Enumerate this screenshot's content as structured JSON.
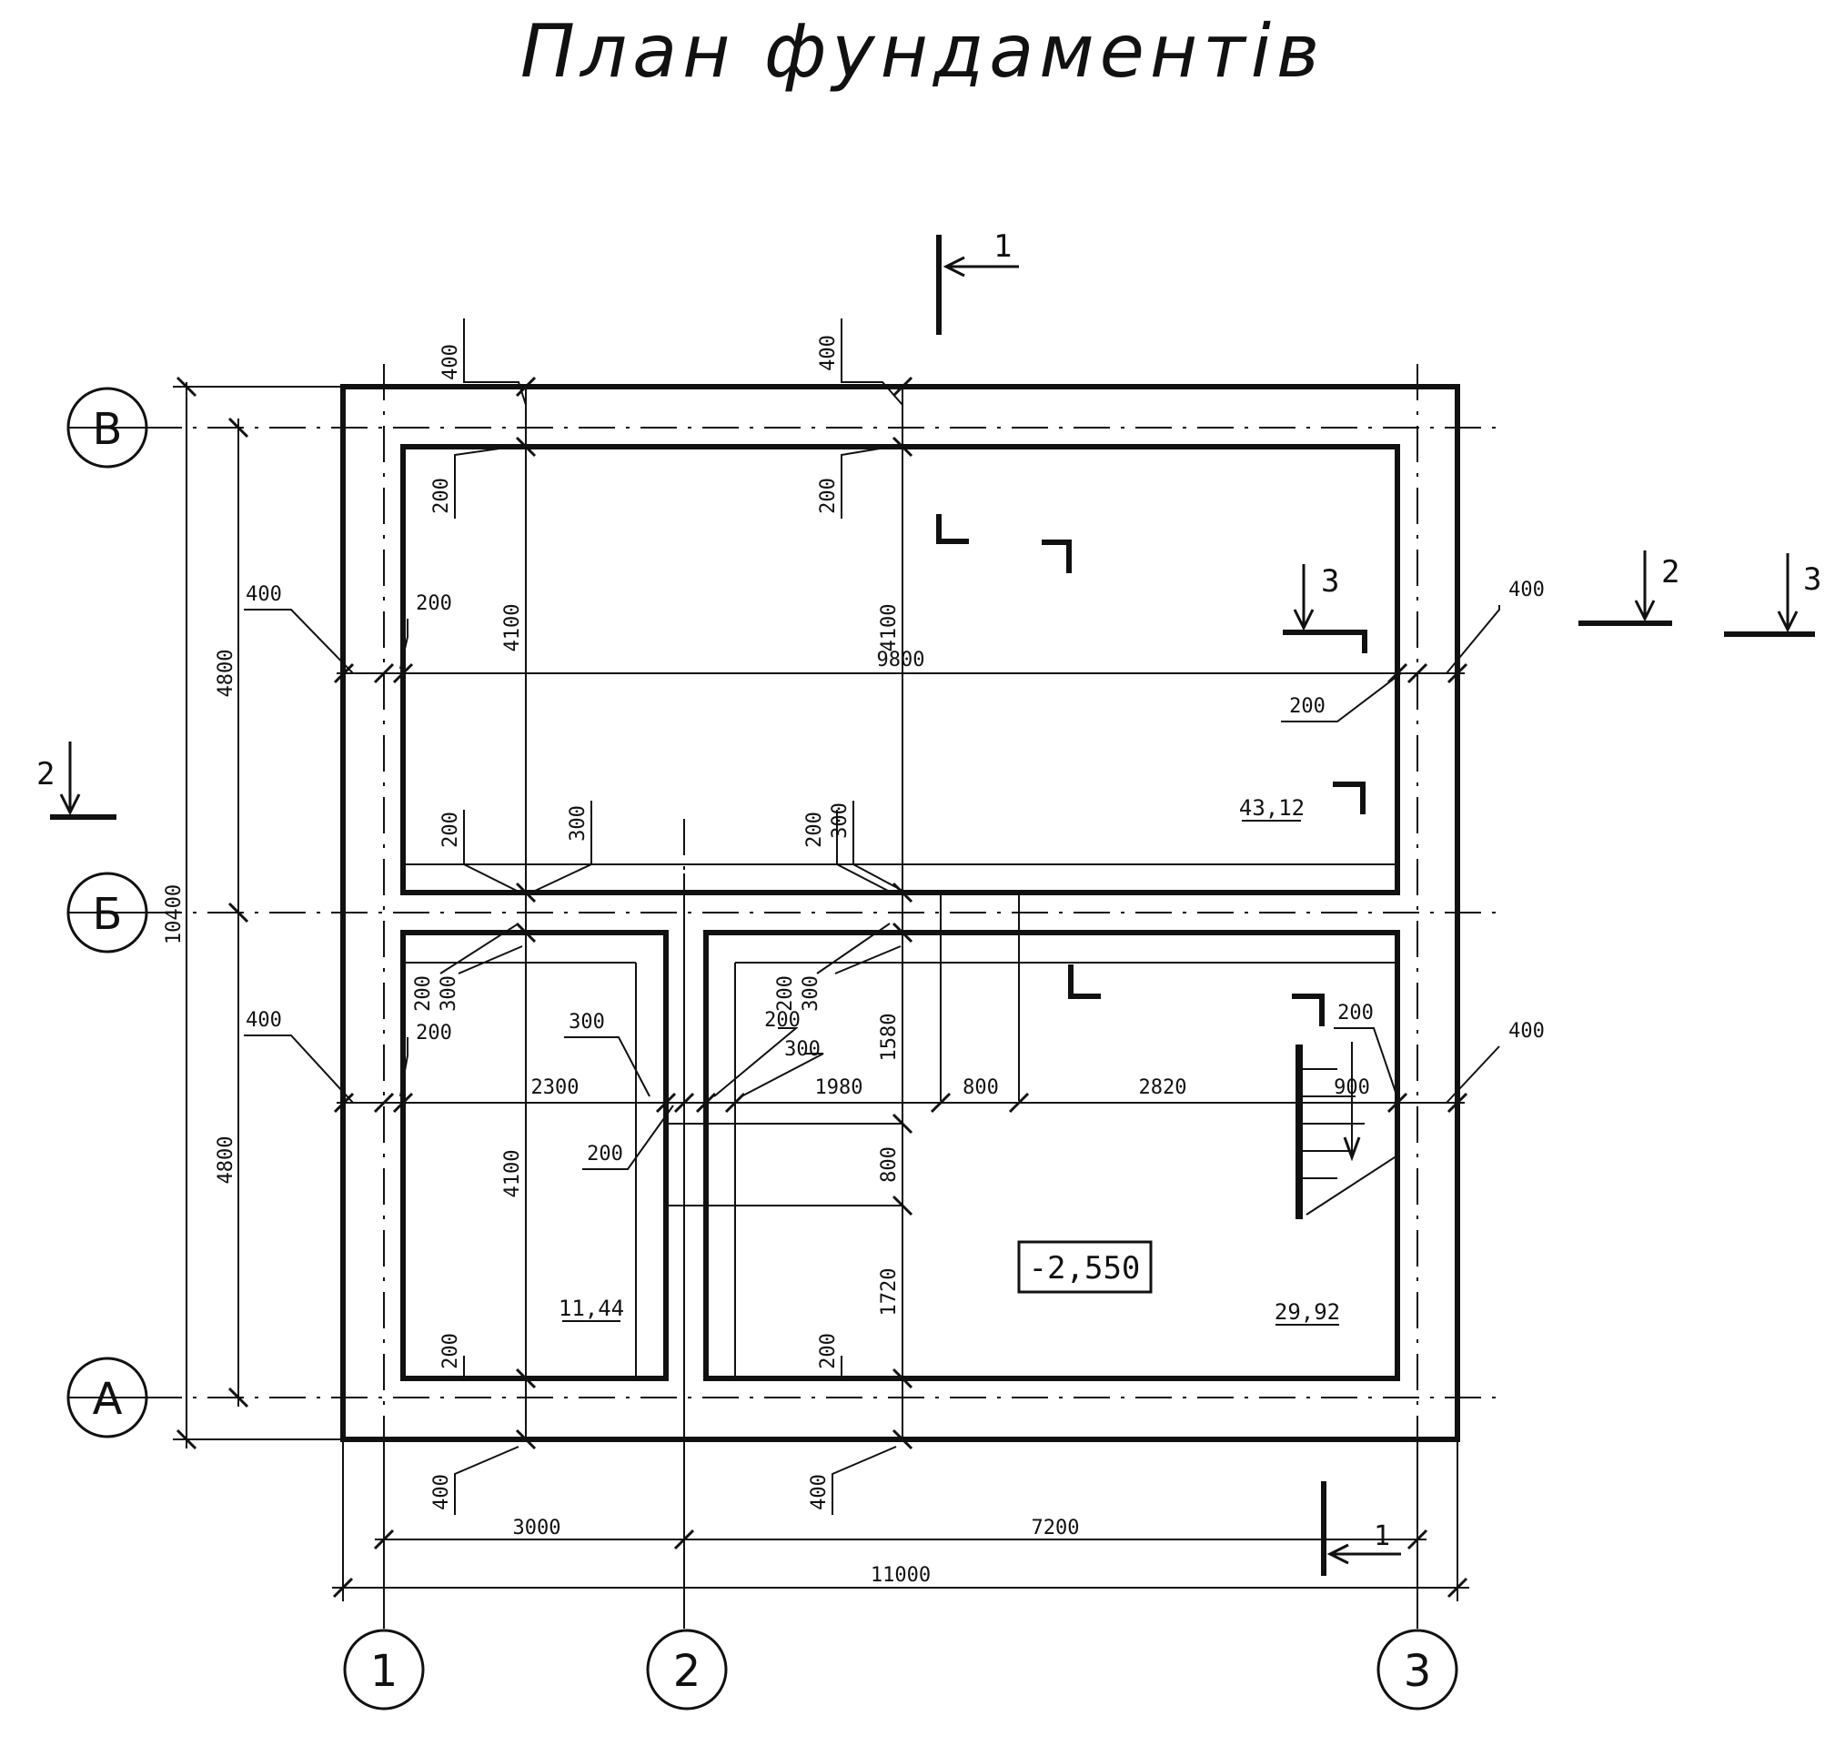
{
  "title": "План фундаментів",
  "axes": {
    "rows": [
      "В",
      "Б",
      "А"
    ],
    "cols": [
      "1",
      "2",
      "3"
    ]
  },
  "dims": {
    "overall_vertical": "10400",
    "row_top_span": "4800",
    "row_bottom_span": "4800",
    "overall_horizontal": "11000",
    "col_1_2": "3000",
    "col_2_3": "7200",
    "top_inner_length": "9800",
    "room_left_width": "2300",
    "room_right_a": "1980",
    "room_right_b": "800",
    "room_right_c": "2820",
    "stair_width": "900",
    "top_room_depth_left": "4100",
    "top_room_depth_right": "4100",
    "bottom_left_depth": "4100",
    "bottom_right_a": "1580",
    "bottom_right_b": "800",
    "bottom_right_c": "1720"
  },
  "wall_labels": {
    "w400": "400",
    "w300": "300",
    "w200": "200"
  },
  "areas": {
    "top_room": "43,12",
    "bottom_left": "11,44",
    "bottom_right": "29,92"
  },
  "elevation": "-2,550",
  "section_marks": {
    "s1": "1",
    "s2": "2",
    "s3": "3"
  }
}
